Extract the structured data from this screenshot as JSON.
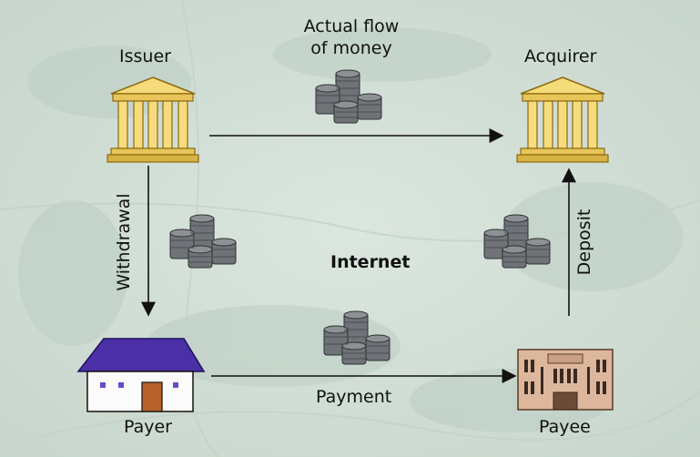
{
  "diagram": {
    "issuer_label": "Issuer",
    "acquirer_label": "Acquirer",
    "payer_label": "Payer",
    "payee_label": "Payee",
    "money_flow_line1": "Actual flow",
    "money_flow_line2": "of money",
    "internet_label": "Internet",
    "withdrawal_label": "Withdrawal",
    "deposit_label": "Deposit",
    "payment_label": "Payment"
  },
  "colors": {
    "background": "#d3e0d7",
    "bank_gold": "#f3d36b",
    "bank_gold_dark": "#b8901f",
    "house_roof": "#4b2fa6",
    "house_door": "#b8622b",
    "payee_building": "#d9b49a",
    "coin": "#6f7378",
    "arrow": "#111111"
  }
}
